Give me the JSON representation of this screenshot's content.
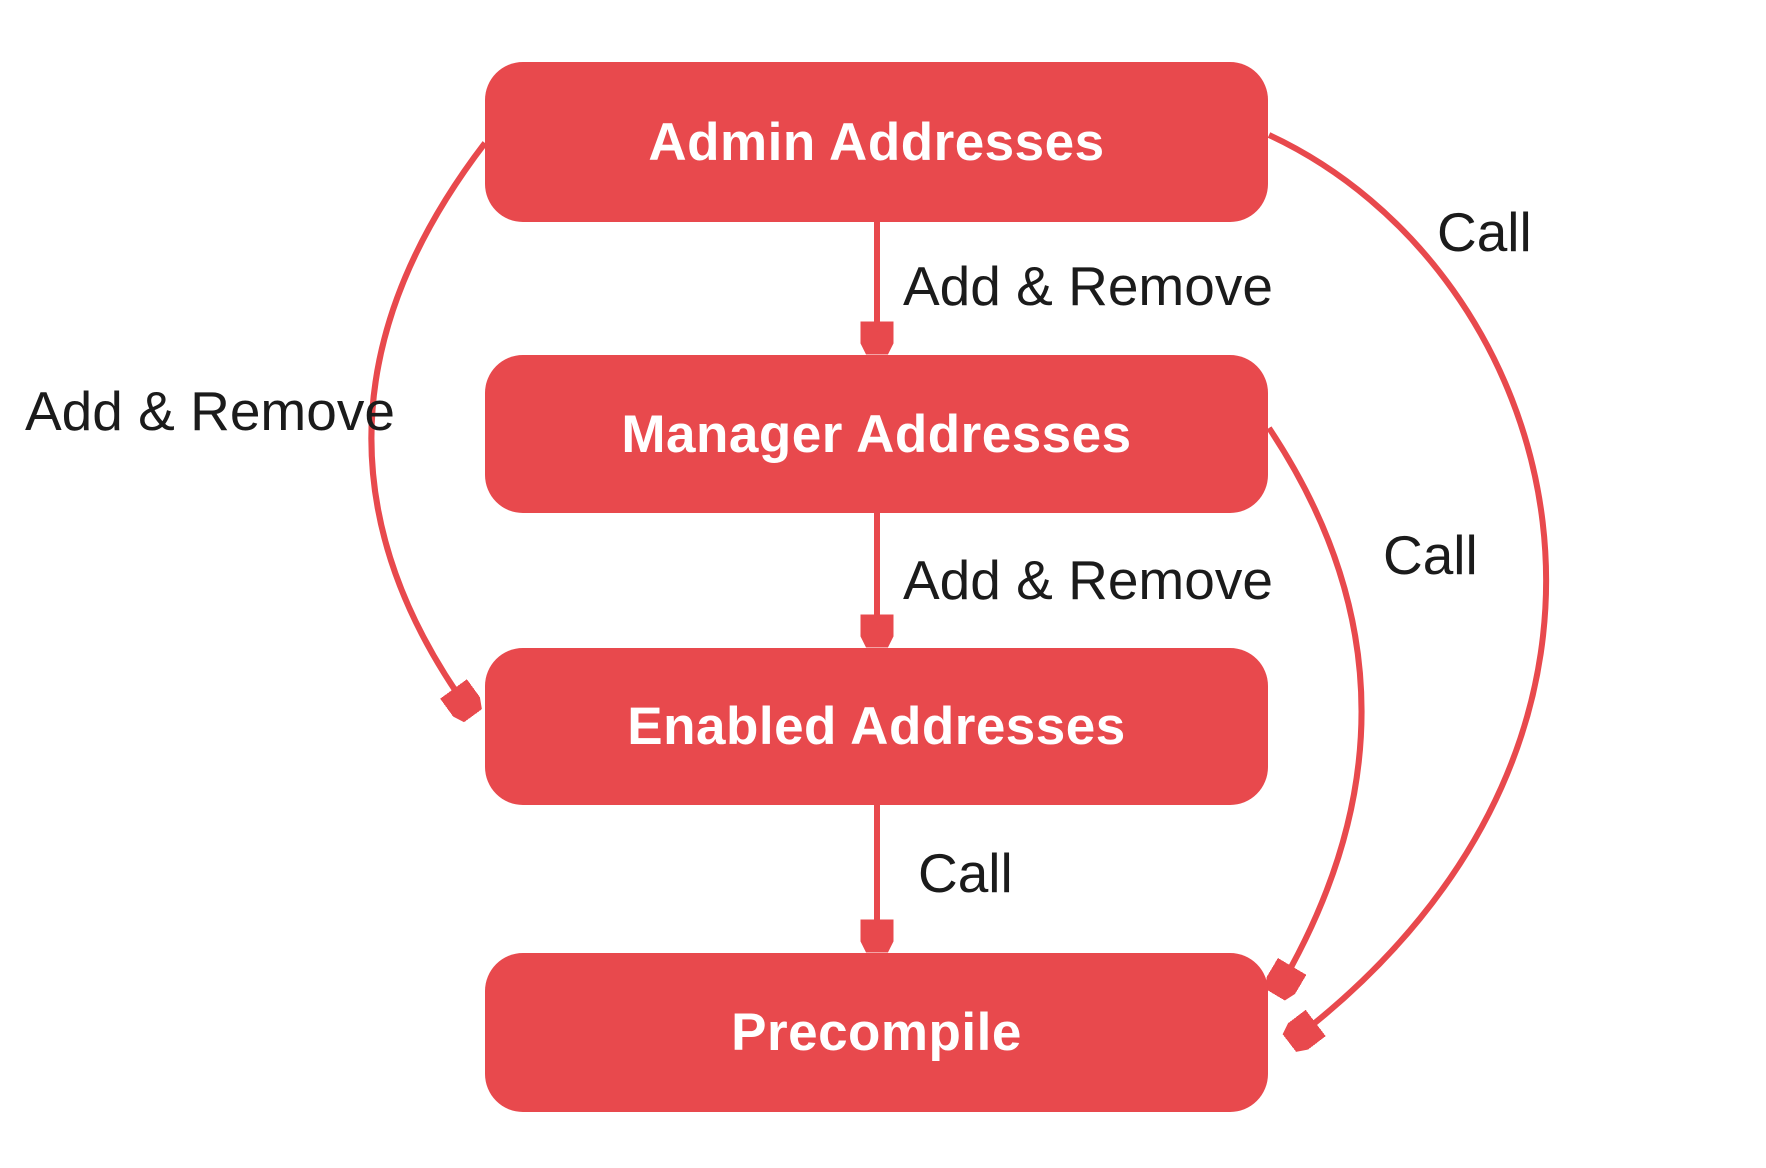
{
  "diagram": {
    "colors": {
      "red": "#e8494d",
      "ink": "#1b1b1b",
      "background": "#ffffff"
    },
    "nodes": [
      {
        "id": "admin",
        "label": "Admin Addresses"
      },
      {
        "id": "manager",
        "label": "Manager Addresses"
      },
      {
        "id": "enabled",
        "label": "Enabled Addresses"
      },
      {
        "id": "precompile",
        "label": "Precompile"
      }
    ],
    "edges": [
      {
        "from": "admin",
        "to": "manager",
        "label": "Add & Remove",
        "placement": "center-top"
      },
      {
        "from": "manager",
        "to": "enabled",
        "label": "Add & Remove",
        "placement": "center-middle"
      },
      {
        "from": "enabled",
        "to": "precompile",
        "label": "Call",
        "placement": "center-bottom"
      },
      {
        "from": "admin",
        "to": "enabled",
        "label": "Add & Remove",
        "placement": "left-curve"
      },
      {
        "from": "admin",
        "to": "precompile",
        "label": "Call",
        "placement": "right-outer-curve"
      },
      {
        "from": "manager",
        "to": "precompile",
        "label": "Call",
        "placement": "right-inner-curve"
      }
    ]
  }
}
